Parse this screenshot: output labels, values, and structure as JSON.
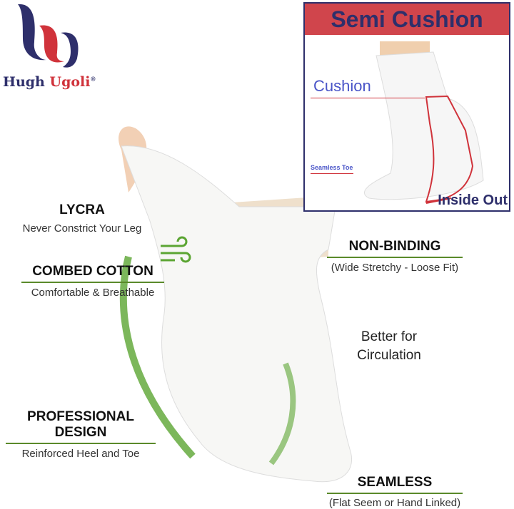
{
  "brand": {
    "name_first": "Hugh",
    "name_second": "Ugoli",
    "registered": "®",
    "colors": {
      "navy": "#2e2f6b",
      "red": "#d0333b"
    }
  },
  "inset": {
    "title": "Semi Cushion",
    "cushion_label": "Cushion",
    "seamless_toe_label": "Seamless Toe",
    "inside_out_label": "Inside Out"
  },
  "features": {
    "lycra": {
      "title": "LYCRA",
      "subtitle": "Never Constrict Your Leg"
    },
    "combed_cotton": {
      "title": "COMBED COTTON",
      "subtitle": "Comfortable & Breathable"
    },
    "professional_design": {
      "title": "PROFESSIONAL DESIGN",
      "subtitle": "Reinforced Heel and Toe"
    },
    "non_binding": {
      "title": "NON-BINDING",
      "subtitle": "(Wide Stretchy - Loose Fit)"
    },
    "circulation": {
      "line1": "Better for",
      "line2": "Circulation"
    },
    "seamless": {
      "title": "SEAMLESS",
      "subtitle": "(Flat Seem or Hand Linked)"
    }
  },
  "accent_green": "#5a8a2a"
}
